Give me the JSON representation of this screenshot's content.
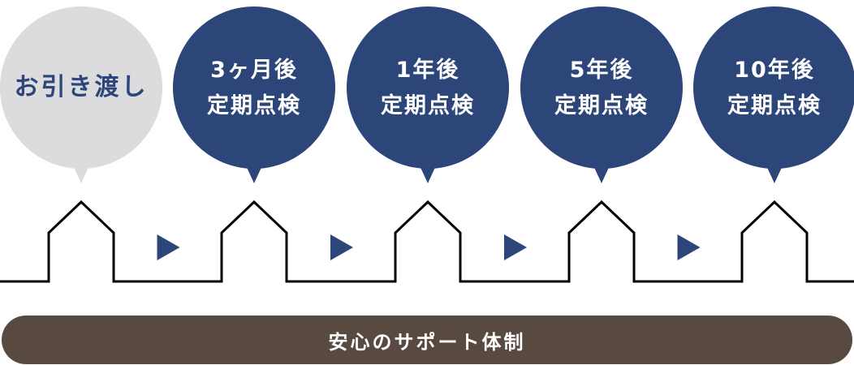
{
  "colors": {
    "current_bubble": "#dcdcde",
    "future_bubble": "#2d4679",
    "arrow": "#2d4679",
    "line": "#000000",
    "footer_bar": "#584a40",
    "footer_text": "#ffffff"
  },
  "steps": [
    {
      "line1": "お引き渡し",
      "line2": "",
      "style": "current"
    },
    {
      "line1": "3ヶ月後",
      "line2": "定期点検",
      "style": "future"
    },
    {
      "line1": "1年後",
      "line2": "定期点検",
      "style": "future"
    },
    {
      "line1": "5年後",
      "line2": "定期点検",
      "style": "future"
    },
    {
      "line1": "10年後",
      "line2": "定期点検",
      "style": "future"
    }
  ],
  "connector_icon": "triangle-right-icon",
  "house_icon": "house-outline-icon",
  "footer": {
    "label": "安心のサポート体制"
  }
}
